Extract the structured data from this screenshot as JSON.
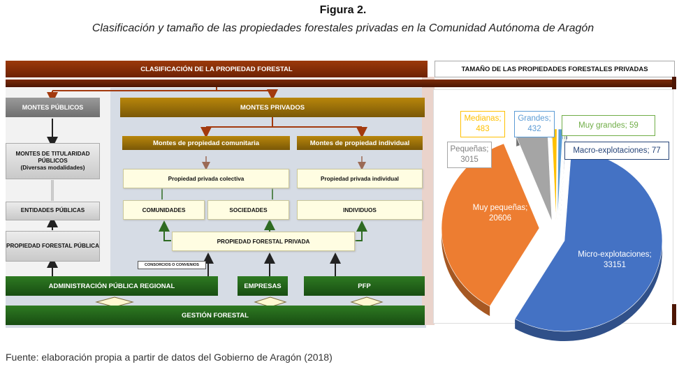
{
  "figure": {
    "title": "Figura 2.",
    "subtitle": "Clasificación y tamaño de las propiedades forestales privadas en la Comunidad Autónoma de Aragón",
    "source": "Fuente: elaboración propia a partir de datos del Gobierno de Aragón (2018)"
  },
  "diagram": {
    "header_left": "CLASIFICACIÓN DE LA PROPIEDAD FORESTAL",
    "header_right": "TAMAÑO DE LAS PROPIEDADES FORESTALES PRIVADAS",
    "montes_publicos": "MONTES PÚBLICOS",
    "montes_titularidad": "MONTES DE TITULARIDAD PÚBLICOS",
    "diversas_modalidades": "(Diversas modalidades)",
    "entidades_publicas": "ENTIDADES PÚBLICAS",
    "propiedad_forestal_publica": "PROPIEDAD FORESTAL PÚBLICA",
    "montes_privados": "MONTES PRIVADOS",
    "propiedad_comunitaria": "Montes de propiedad comunitaria",
    "propiedad_individual": "Montes de propiedad individual",
    "privada_colectiva": "Propiedad privada colectiva",
    "privada_individual": "Propiedad privada individual",
    "comunidades": "COMUNIDADES",
    "sociedades": "SOCIEDADES",
    "individuos": "INDIVIDUOS",
    "propiedad_forestal_privada": "PROPIEDAD FORESTAL PRIVADA",
    "consorcios": "CONSORCIOS O CONVENIOS",
    "admin_publica": "ADMINISTRACIÓN PÚBLICA REGIONAL",
    "empresas": "EMPRESAS",
    "pfp": "PFP",
    "gestion_forestal": "GESTIÓN FORESTAL"
  },
  "chart_data": {
    "type": "pie",
    "title": "",
    "slices": [
      {
        "name": "Micro-explotaciones",
        "value": 33151,
        "color": "#4472c4",
        "text_color": "#ffffff",
        "label": "Micro-explotaciones; 33151"
      },
      {
        "name": "Muy pequeñas",
        "value": 20606,
        "color": "#ed7d31",
        "text_color": "#ffffff",
        "label": "Muy pequeñas; 20606"
      },
      {
        "name": "Pequeñas",
        "value": 3015,
        "color": "#a5a5a5",
        "text_color": "#7f7f7f",
        "label": "Pequeñas; 3015"
      },
      {
        "name": "Medianas",
        "value": 483,
        "color": "#ffc000",
        "text_color": "#ffc000",
        "label": "Medianas; 483"
      },
      {
        "name": "Grandes",
        "value": 432,
        "color": "#5b9bd5",
        "text_color": "#5b9bd5",
        "label": "Grandes; 432"
      },
      {
        "name": "Muy grandes",
        "value": 59,
        "color": "#70ad47",
        "text_color": "#70ad47",
        "label": "Muy grandes; 59"
      },
      {
        "name": "Macro-explotaciones",
        "value": 77,
        "color": "#264478",
        "text_color": "#264478",
        "label": "Macro-explotaciones; 77"
      }
    ]
  }
}
